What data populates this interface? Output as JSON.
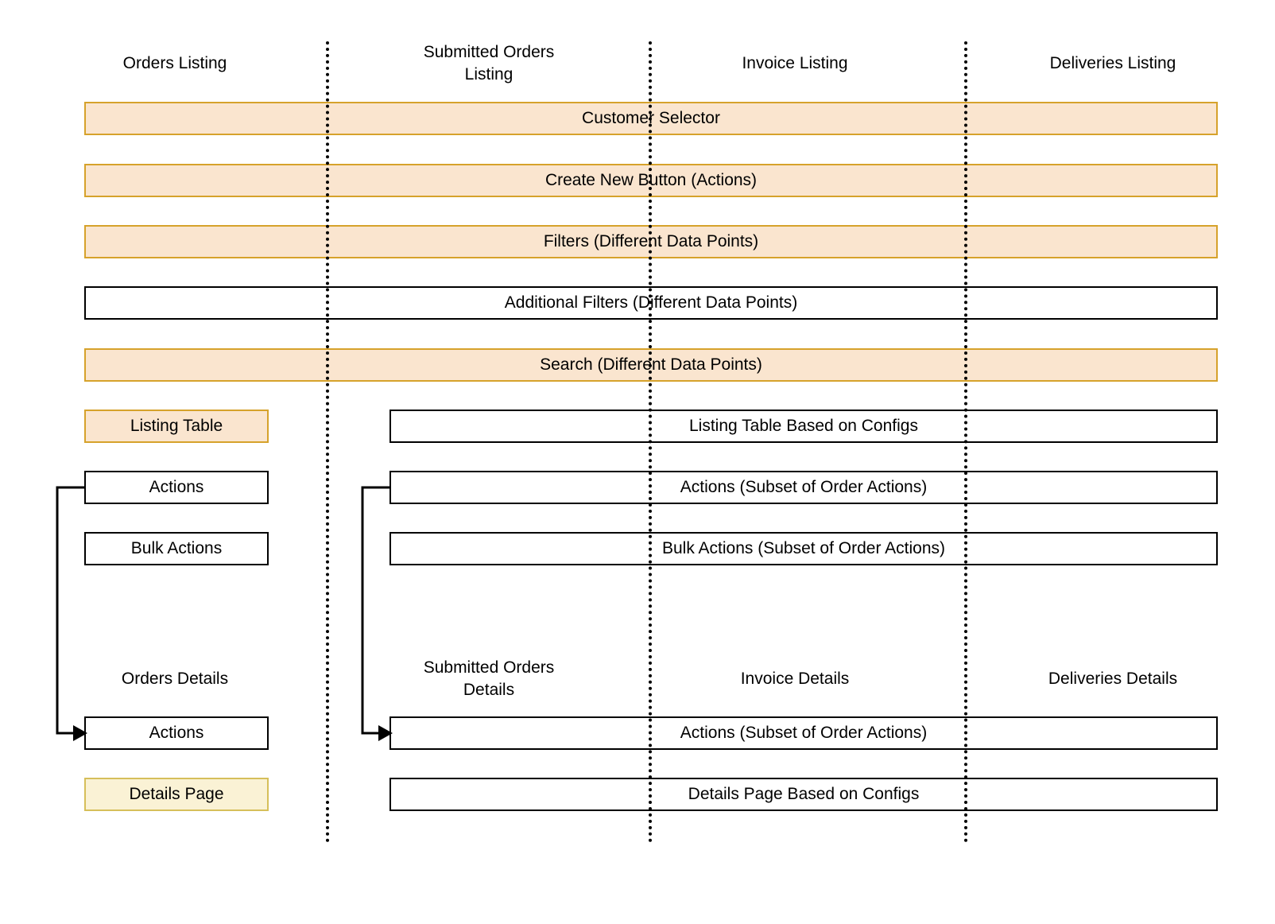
{
  "diagram": {
    "title": "Orders / Submitted Orders / Invoice / Deliveries listing and details structure",
    "colors": {
      "peach_fill": "#fae5cf",
      "peach_border": "#d6a22b",
      "yellow_fill": "#faf2d5",
      "yellow_border": "#d6bf5a",
      "box_border": "#000000",
      "divider": "#000000",
      "background": "#ffffff"
    }
  },
  "columns": [
    {
      "id": "orders",
      "listing_header": "Orders Listing",
      "details_header": "Orders Details"
    },
    {
      "id": "submitted-orders",
      "listing_header": "Submitted Orders\nListing",
      "details_header": "Submitted Orders\nDetails"
    },
    {
      "id": "invoice",
      "listing_header": "Invoice Listing",
      "details_header": "Invoice Details"
    },
    {
      "id": "deliveries",
      "listing_header": "Deliveries Listing",
      "details_header": "Deliveries Details"
    }
  ],
  "full_width_rows": [
    {
      "id": "customer-selector",
      "label": "Customer Selector",
      "style": "peach"
    },
    {
      "id": "create-new-button",
      "label": "Create New Button (Actions)",
      "style": "peach"
    },
    {
      "id": "filters",
      "label": "Filters (Different Data Points)",
      "style": "peach"
    },
    {
      "id": "additional-filters",
      "label": "Additional Filters (Different Data Points)",
      "style": "white"
    },
    {
      "id": "search",
      "label": "Search (Different Data Points)",
      "style": "peach"
    }
  ],
  "listing_rows": [
    {
      "id": "listing-table",
      "left_label": "Listing Table",
      "left_style": "peach",
      "right_label": "Listing Table Based on Configs",
      "right_style": "white"
    },
    {
      "id": "actions",
      "left_label": "Actions",
      "left_style": "white",
      "right_label": "Actions (Subset of Order Actions)",
      "right_style": "white"
    },
    {
      "id": "bulk-actions",
      "left_label": "Bulk Actions",
      "left_style": "white",
      "right_label": "Bulk Actions (Subset of Order Actions)",
      "right_style": "white"
    }
  ],
  "details_rows": [
    {
      "id": "details-actions",
      "left_label": "Actions",
      "left_style": "white",
      "right_label": "Actions (Subset of Order Actions)",
      "right_style": "white"
    },
    {
      "id": "details-page",
      "left_label": "Details Page",
      "left_style": "yellow",
      "right_label": "Details Page Based on Configs",
      "right_style": "white"
    }
  ],
  "connectors": [
    {
      "id": "orders-actions-to-details-actions",
      "from": "Actions",
      "to": "Actions"
    },
    {
      "id": "submitted-actions-to-submitted-details-actions",
      "from": "Actions (Subset of Order Actions)",
      "to": "Actions (Subset of Order Actions)"
    }
  ]
}
